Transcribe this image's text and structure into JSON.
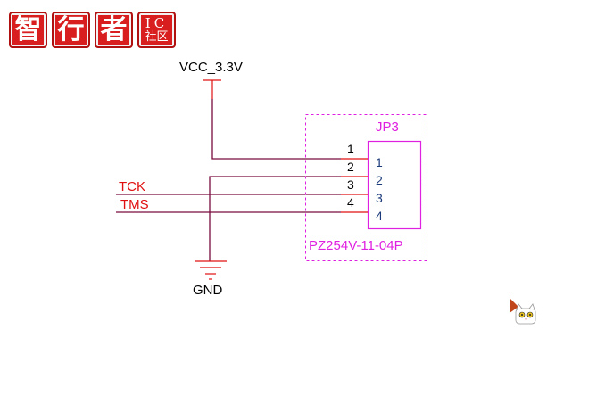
{
  "logo": {
    "chars": [
      "智",
      "行",
      "者"
    ],
    "badge_top": "IC",
    "badge_bottom": "社区"
  },
  "colors": {
    "wire": "#7a0a3e",
    "pin": "#e01010",
    "component": "#e020e0",
    "net_label": "#e01010",
    "text": "#000000",
    "pin_number_inner": "#1a3a7a",
    "logo_red": "#d81e1e"
  },
  "power": {
    "vcc_label": "VCC_3.3V",
    "gnd_label": "GND"
  },
  "nets": {
    "tck": "TCK",
    "tms": "TMS"
  },
  "component": {
    "designator": "JP3",
    "part": "PZ254V-11-04P",
    "pins": [
      {
        "outer": "1",
        "inner": "1"
      },
      {
        "outer": "2",
        "inner": "2"
      },
      {
        "outer": "3",
        "inner": "3"
      },
      {
        "outer": "4",
        "inner": "4"
      }
    ]
  }
}
